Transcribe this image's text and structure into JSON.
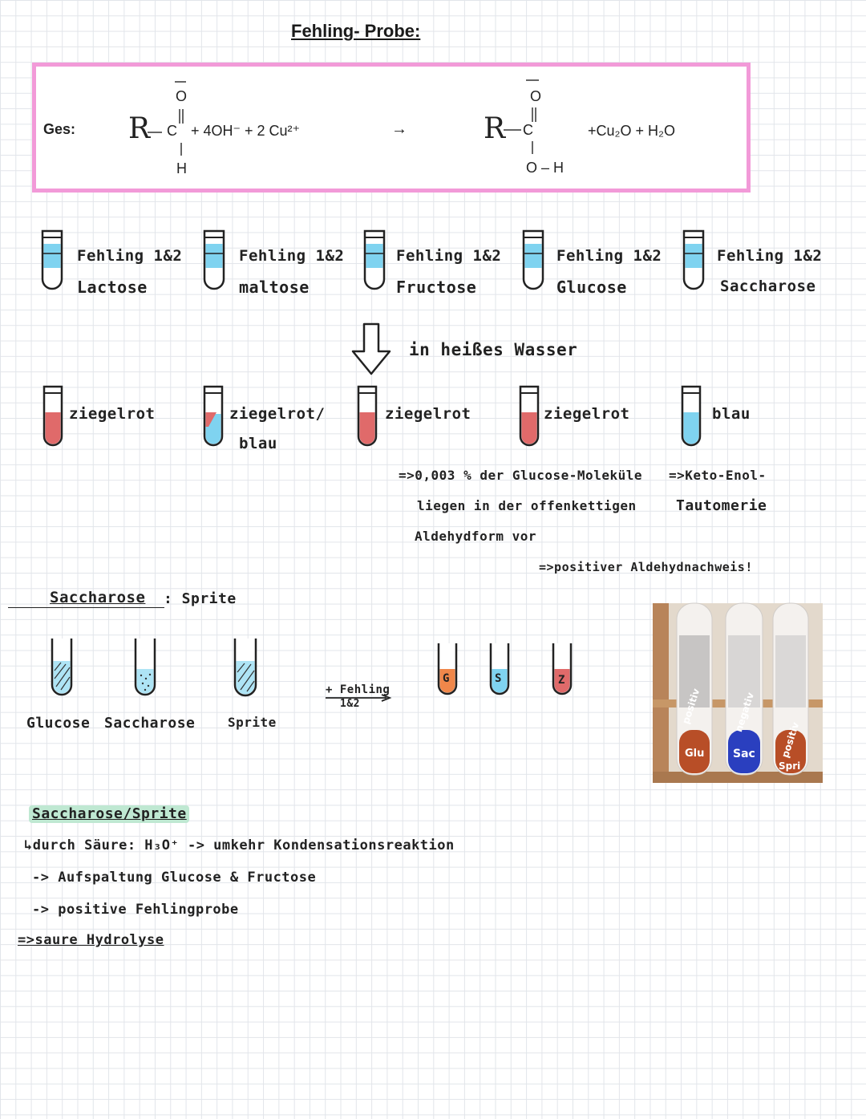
{
  "title": "Fehling- Probe:",
  "equation": {
    "label": "Ges:",
    "left_R": "R",
    "left_C": "C",
    "left_O": "O",
    "left_H": "H",
    "reagents": "+ 4OH⁻  +  2 Cu²⁺",
    "arrow": "→",
    "right_R": "R",
    "right_C": "C",
    "right_O": "O",
    "right_OH": "O – H",
    "products": "+Cu₂O +  H₂O"
  },
  "tubes_before": [
    {
      "reagent": "Fehling 1&2",
      "sugar": "Lactose"
    },
    {
      "reagent": "Fehling 1&2",
      "sugar": "maltose"
    },
    {
      "reagent": "Fehling 1&2",
      "sugar": "Fructose"
    },
    {
      "reagent": "Fehling 1&2",
      "sugar": "Glucose"
    },
    {
      "reagent": "Fehling 1&2",
      "sugar": "Saccharose"
    }
  ],
  "step_label": "in heißes Wasser",
  "results": [
    {
      "text": "ziegelrot",
      "text2": ""
    },
    {
      "text": "ziegelrot/",
      "text2": "blau"
    },
    {
      "text": "ziegelrot",
      "text2": ""
    },
    {
      "text": "ziegelrot",
      "text2": ""
    },
    {
      "text": "blau",
      "text2": ""
    }
  ],
  "notes": {
    "glucose_line1": "=>0,003 % der Glucose-Moleküle",
    "glucose_line2": "liegen in der offenkettigen",
    "glucose_line3": "Aldehydform vor",
    "keto_line1": "=>Keto-Enol-",
    "keto_line2": "Tautomerie",
    "positive": "=>positiver Aldehydnachweis!"
  },
  "sprite_section": {
    "heading": "Saccharose",
    "heading_suffix": ": Sprite",
    "tubes": [
      "Glucose",
      "Saccharose",
      "Sprite"
    ],
    "add_label_1": "+ Fehling",
    "add_label_2": "1&2",
    "result_tubes": [
      "G",
      "S",
      "Z"
    ]
  },
  "photo_labels": {
    "left": "positiv",
    "middle": "negativ",
    "right": "positiv",
    "glu": "Glu",
    "sac": "Sac",
    "spri": "Spri"
  },
  "conclusion": {
    "heading": "Saccharose/Sprite",
    "line1": "↳durch Säure: H₃O⁺ -> umkehr Kondensationsreaktion",
    "line2": "-> Aufspaltung Glucose & Fructose",
    "line3": "-> positive Fehlingprobe",
    "line4": "=>saure Hydrolyse"
  },
  "colors": {
    "highlight_pink": "#f29ad8",
    "brick_red": "#e06a6a",
    "fehling_blue": "#7fd3f0",
    "orange": "#f0874a",
    "note_green": "#bfe8d2"
  }
}
